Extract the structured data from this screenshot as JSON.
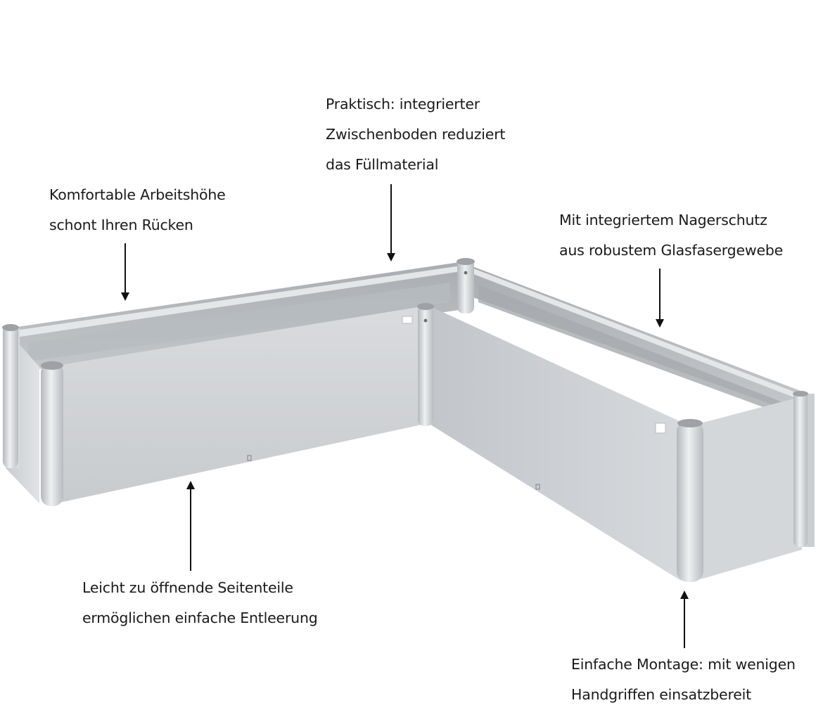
{
  "callouts": {
    "work_height": {
      "line1": "Komfortable Arbeitshöhe",
      "line2": "schont Ihren Rücken"
    },
    "intermediate_floor": {
      "line1": "Praktisch: integrierter",
      "line2": "Zwischenboden reduziert",
      "line3": "das Füllmaterial"
    },
    "rodent_protection": {
      "line1": "Mit integriertem Nagerschutz",
      "line2": "aus robustem Glasfasergewebe"
    },
    "side_panels": {
      "line1": "Leicht zu öffnende Seitenteile",
      "line2": "ermöglichen einfache Entleerung"
    },
    "assembly": {
      "line1": "Einfache Montage: mit wenigen",
      "line2": "Handgriffen einsatzbereit"
    }
  },
  "colors": {
    "background": "#ffffff",
    "text": "#1a1a1a",
    "arrow": "#111111",
    "panel_front": "#cfd2d5",
    "panel_shade": "#b9bdc1",
    "panel_light": "#e6e8ea",
    "rim": "#c3c7cb"
  }
}
